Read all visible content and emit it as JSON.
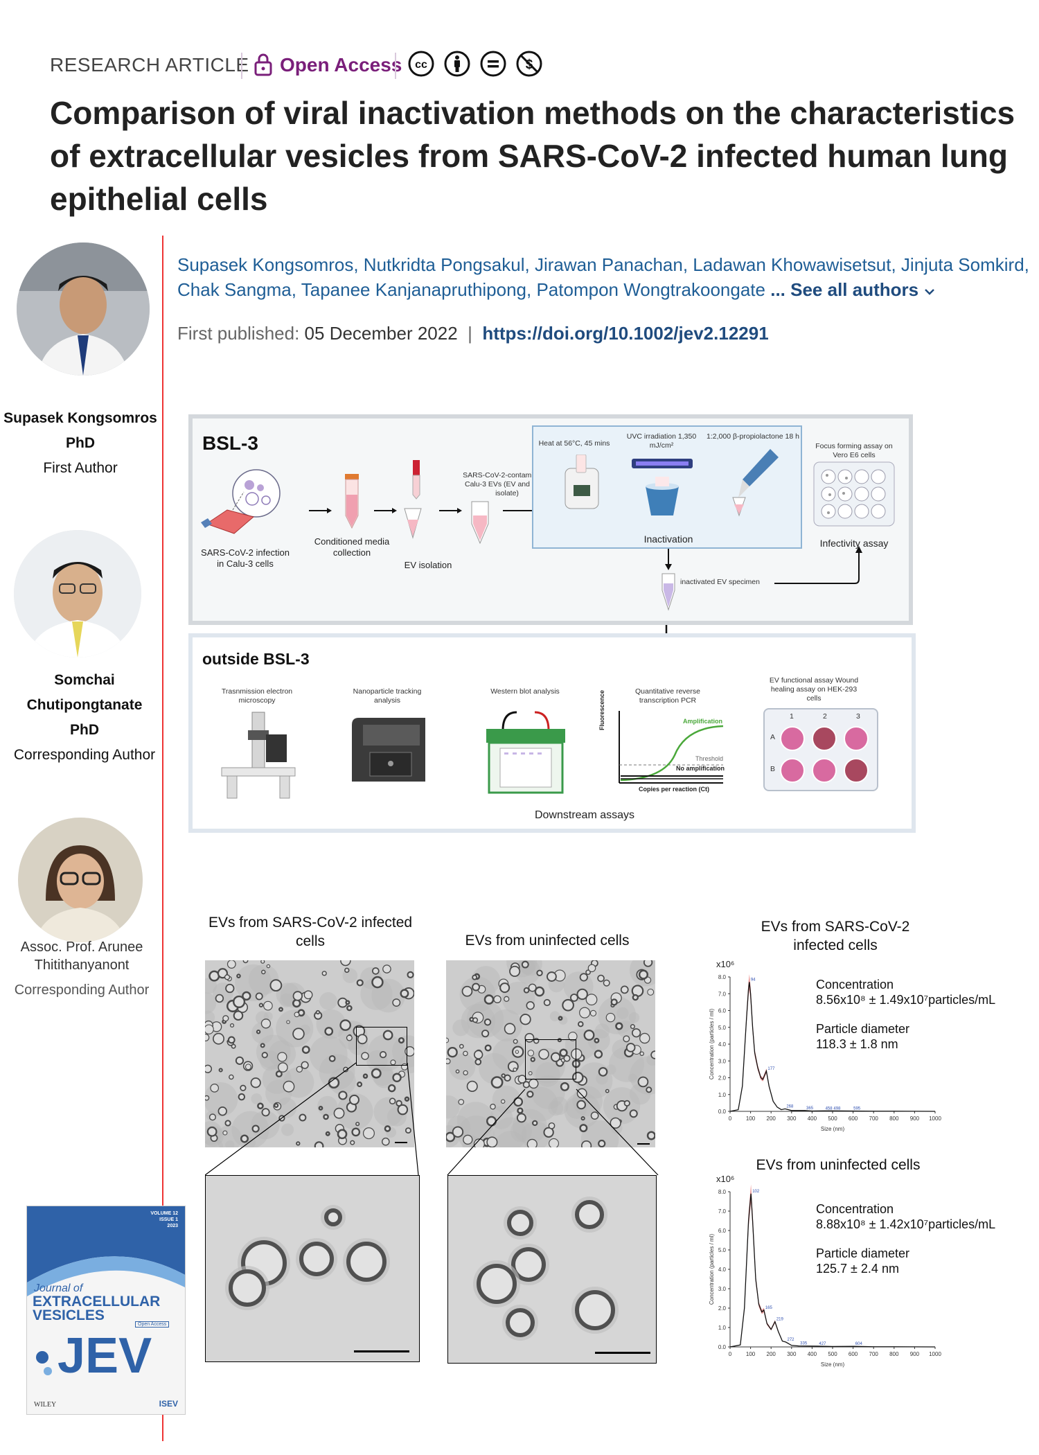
{
  "header": {
    "article_type": "RESEARCH ARTICLE",
    "open_access": "Open Access",
    "title": "Comparison of viral inactivation methods on the characteristics of extracellular vesicles from SARS-CoV-2 infected human lung epithelial cells",
    "authors": "Supasek Kongsomros, Nutkridta Pongsakul, Jirawan Panachan, Ladawan Khowawisetsut, Jinjuta Somkird, Chak Sangma, Tapanee Kanjanapruthipong, Patompon Wongtrakoongate",
    "see_all": " ... See all authors",
    "first_published_label": "First published:",
    "first_published_date": "05 December 2022",
    "divider": "|",
    "doi": "https://doi.org/10.1002/jev2.12291"
  },
  "side_authors": [
    {
      "name": "Supasek Kongsomros",
      "degree": "PhD",
      "role": "First Author"
    },
    {
      "name": "Somchai Chutipongtanate",
      "degree": "PhD",
      "role": "Corresponding Author"
    },
    {
      "name": "Assoc. Prof. Arunee Thitithanyanont",
      "degree": "",
      "role": "Corresponding Author"
    }
  ],
  "journal_cover": {
    "journal_of": "Journal of",
    "extracellular": "EXTRACELLULAR",
    "vesicles": "VESICLES",
    "open_access": "Open Access",
    "jev": "JEV",
    "volume": "VOLUME 12",
    "issue": "ISSUE 1",
    "year": "2023",
    "publisher": "WILEY",
    "society": "ISEV"
  },
  "abstract": {
    "bsl3_title": "BSL-3",
    "infection": "SARS-CoV-2 infection in Calu-3 cells",
    "conditioned": "Conditioned media collection",
    "ev_isolation": "EV isolation",
    "contaminated": "SARS-CoV-2-contaminated Calu-3 EVs (EV and virion isolate)",
    "heat": "Heat at 56°C, 45 mins",
    "uvc": "UVC irradiation 1,350 mJ/cm²",
    "bpl": "1:2,000 β-propiolactone 18 h",
    "inactivation": "Inactivation",
    "focus": "Focus forming assay on Vero E6 cells",
    "infectivity": "Infectivity assay",
    "inactivated_specimen": "inactivated EV specimen",
    "outside_title": "outside BSL-3",
    "tem": "Trasnmission electron microscopy",
    "nta": "Nanoparticle tracking analysis",
    "wb": "Western blot analysis",
    "qpcr": "Quantitative reverse transcription PCR",
    "functional": "EV functional assay Wound healing assay on HEK-293 cells",
    "fluorescence": "Fluorescence",
    "amplification": "Amplification",
    "threshold": "Threshold",
    "no_amplification": "No amplification",
    "copies": "Copies per reaction (Ct)",
    "downstream": "Downstream assays",
    "wells_cols": [
      "1",
      "2",
      "3"
    ],
    "wells_rows": [
      "A",
      "B"
    ]
  },
  "micrographs": {
    "infected_caption": "EVs from SARS-CoV-2 infected cells",
    "uninfected_caption": "EVs from uninfected cells"
  },
  "nta_infected": {
    "caption": "EVs from SARS-CoV-2 infected cells",
    "multiplier": "x10⁶",
    "conc_label": "Concentration",
    "conc_value": "8.56x10⁸ ± 1.49x10⁷particles/mL",
    "diam_label": "Particle diameter",
    "diam_value": "118.3 ± 1.8 nm"
  },
  "nta_uninfected": {
    "caption": "EVs from uninfected cells",
    "multiplier": "x10⁶",
    "conc_label": "Concentration",
    "conc_value": "8.88x10⁸ ± 1.42x10⁷particles/mL",
    "diam_label": "Particle diameter",
    "diam_value": "125.7 ± 2.4 nm"
  },
  "chart_data": [
    {
      "type": "line",
      "title": "EVs from SARS-CoV-2 infected cells",
      "xlabel": "Size (nm)",
      "ylabel": "Concentration (particles / ml)",
      "xlim": [
        0,
        1000
      ],
      "ylim": [
        0,
        8
      ],
      "xticks": [
        0,
        100,
        200,
        300,
        400,
        500,
        600,
        700,
        800,
        900,
        1000
      ],
      "yticks": [
        0,
        1,
        2,
        3,
        4,
        5,
        6,
        7,
        8
      ],
      "peak_labels": [
        "94",
        "177",
        "268",
        "365",
        "458",
        "498",
        "595"
      ],
      "series": [
        {
          "x": [
            0,
            40,
            60,
            80,
            90,
            94,
            100,
            110,
            120,
            135,
            150,
            160,
            170,
            177,
            190,
            210,
            230,
            250,
            268,
            300,
            365,
            400,
            458,
            498,
            595,
            700,
            800,
            1000
          ],
          "values": [
            0,
            0.1,
            1.5,
            5.5,
            7.3,
            7.7,
            7.0,
            5.0,
            3.5,
            2.6,
            2.0,
            1.9,
            2.2,
            2.4,
            1.5,
            0.6,
            0.25,
            0.1,
            0.15,
            0.05,
            0.05,
            0.02,
            0.03,
            0.03,
            0.02,
            0.01,
            0.01,
            0
          ]
        }
      ]
    },
    {
      "type": "line",
      "title": "EVs from uninfected cells",
      "xlabel": "Size (nm)",
      "ylabel": "Concentration (particles / ml)",
      "xlim": [
        0,
        1000
      ],
      "ylim": [
        0,
        8
      ],
      "xticks": [
        0,
        100,
        200,
        300,
        400,
        500,
        600,
        700,
        800,
        900,
        1000
      ],
      "yticks": [
        0,
        1,
        2,
        3,
        4,
        5,
        6,
        7,
        8
      ],
      "peak_labels": [
        "102",
        "165",
        "219",
        "272",
        "335",
        "427",
        "604"
      ],
      "series": [
        {
          "x": [
            0,
            50,
            70,
            90,
            100,
            102,
            110,
            125,
            140,
            155,
            165,
            180,
            200,
            219,
            235,
            255,
            272,
            300,
            335,
            427,
            500,
            604,
            700,
            800,
            1000
          ],
          "values": [
            0,
            0.1,
            2.0,
            6.5,
            7.7,
            7.9,
            6.5,
            3.5,
            2.2,
            1.8,
            1.9,
            1.2,
            0.9,
            1.3,
            0.8,
            0.3,
            0.25,
            0.08,
            0.05,
            0.04,
            0.02,
            0.03,
            0.01,
            0.01,
            0
          ]
        }
      ]
    }
  ]
}
